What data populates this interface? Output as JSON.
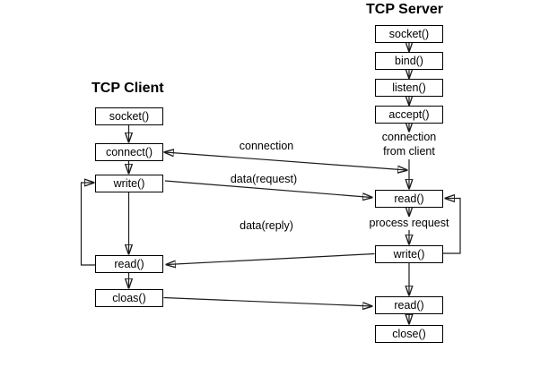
{
  "diagram": {
    "client": {
      "title": "TCP Client",
      "nodes": {
        "socket": "socket()",
        "connect": "connect()",
        "write": "write()",
        "read": "read()",
        "close": "cloas()"
      }
    },
    "server": {
      "title": "TCP Server",
      "nodes": {
        "socket": "socket()",
        "bind": "bind()",
        "listen": "listen()",
        "accept": "accept()",
        "read1": "read()",
        "write": "write()",
        "read2": "read()",
        "close": "close()"
      },
      "notes": {
        "connection_line1": "connection",
        "connection_line2": "from client",
        "process_request": "process request"
      }
    },
    "edge_labels": {
      "connection": "connection",
      "data_request": "data(request)",
      "data_reply": "data(reply)"
    },
    "colors": {
      "background": "#ffffff",
      "line": "#1c1c1c",
      "box_border": "#000000",
      "text": "#000000"
    }
  }
}
